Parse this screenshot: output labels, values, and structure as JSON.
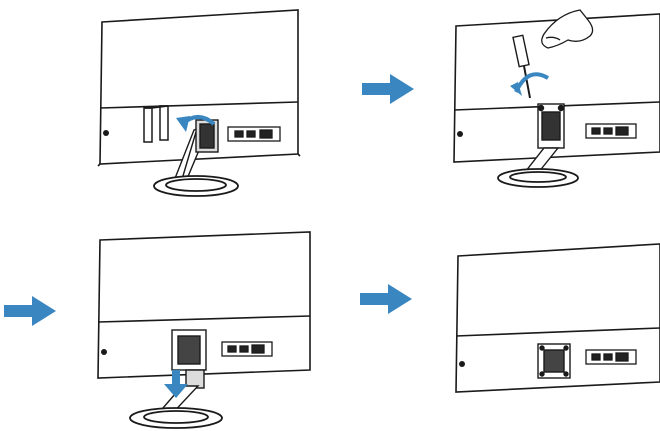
{
  "figure": {
    "steps": [
      {
        "action": "unhook-cover-from-stand"
      },
      {
        "action": "unscrew-mounting-screws"
      },
      {
        "action": "pull-stand-down"
      },
      {
        "action": "stand-removed"
      }
    ],
    "colors": {
      "outline": "#1a1a1a",
      "arrow": "#3a86c0",
      "background": "#ffffff"
    },
    "icons": [
      "right-arrow-icon",
      "curved-arrow-icon",
      "down-arrow-icon",
      "hand-icon",
      "screwdriver-icon"
    ]
  }
}
